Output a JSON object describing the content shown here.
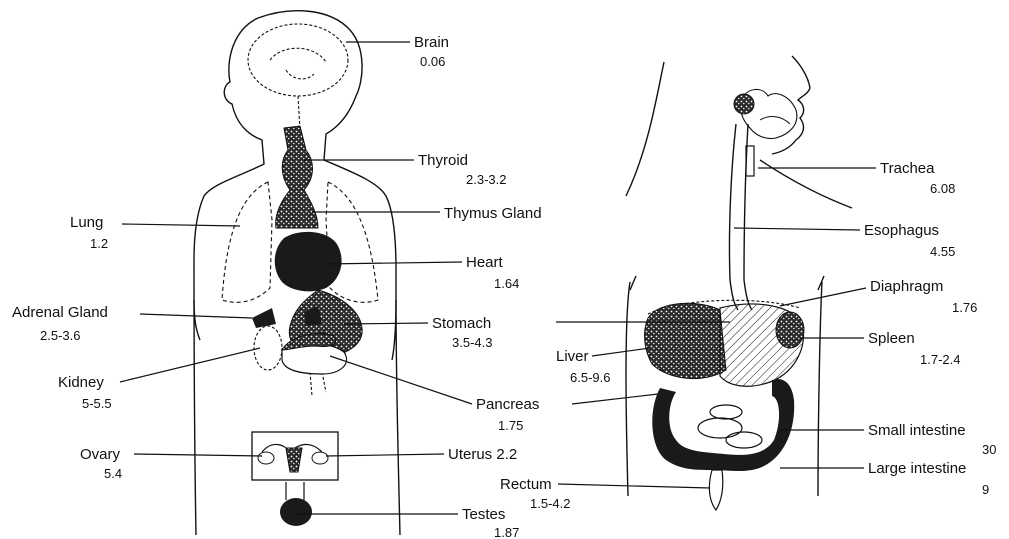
{
  "organs": [
    {
      "id": "brain",
      "name": "Brain",
      "value": "0.06"
    },
    {
      "id": "thyroid",
      "name": "Thyroid",
      "value": "2.3-3.2"
    },
    {
      "id": "thymus",
      "name": "Thymus Gland",
      "value": ""
    },
    {
      "id": "lung",
      "name": "Lung",
      "value": "1.2"
    },
    {
      "id": "heart",
      "name": "Heart",
      "value": "1.64"
    },
    {
      "id": "adrenal",
      "name": "Adrenal Gland",
      "value": "2.5-3.6"
    },
    {
      "id": "stomach",
      "name": "Stomach",
      "value": "3.5-4.3"
    },
    {
      "id": "liver",
      "name": "Liver",
      "value": "6.5-9.6"
    },
    {
      "id": "kidney",
      "name": "Kidney",
      "value": "5-5.5"
    },
    {
      "id": "pancreas",
      "name": "Pancreas",
      "value": "1.75"
    },
    {
      "id": "ovary",
      "name": "Ovary",
      "value": "5.4"
    },
    {
      "id": "uterus",
      "name": "Uterus 2.2",
      "value": ""
    },
    {
      "id": "rectum",
      "name": "Rectum",
      "value": "1.5-4.2"
    },
    {
      "id": "testes",
      "name": "Testes",
      "value": "1.87"
    },
    {
      "id": "trachea",
      "name": "Trachea",
      "value": "6.08"
    },
    {
      "id": "esophagus",
      "name": "Esophagus",
      "value": "4.55"
    },
    {
      "id": "diaphragm",
      "name": "Diaphragm",
      "value": "1.76"
    },
    {
      "id": "spleen",
      "name": "Spleen",
      "value": "1.7-2.4"
    },
    {
      "id": "small_intestine",
      "name": "Small intestine",
      "value": "30"
    },
    {
      "id": "large_intestine",
      "name": "Large intestine",
      "value": "9"
    }
  ],
  "colors": {
    "ink": "#111111",
    "organ_fill": "#1a1a1a",
    "background": "#ffffff"
  }
}
